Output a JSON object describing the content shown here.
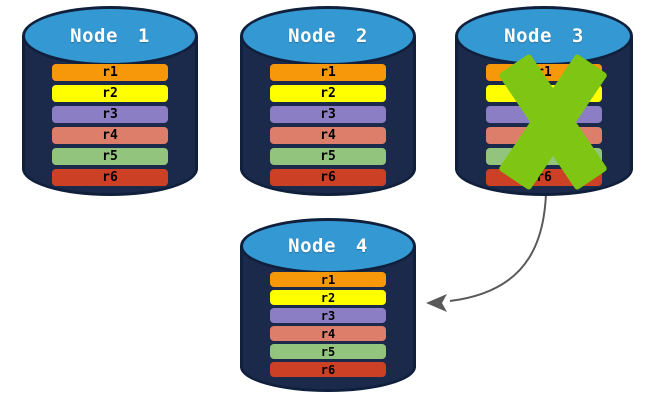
{
  "diagram": {
    "description": "Database replication diagram: four database node cylinders each holding rows r1-r6; Node 3 is crossed out with a green X and an arrow points from failed Node 3 to replacement Node 4",
    "nodes": [
      {
        "id": "node-1",
        "label": "Node 1",
        "failed": false,
        "rows": [
          {
            "label": "r1",
            "color": "#F7980B"
          },
          {
            "label": "r2",
            "color": "#FFFF00"
          },
          {
            "label": "r3",
            "color": "#8C7EC4"
          },
          {
            "label": "r4",
            "color": "#DD7E6B"
          },
          {
            "label": "r5",
            "color": "#93C47D"
          },
          {
            "label": "r6",
            "color": "#CC4125"
          }
        ]
      },
      {
        "id": "node-2",
        "label": "Node 2",
        "failed": false,
        "rows": [
          {
            "label": "r1",
            "color": "#F7980B"
          },
          {
            "label": "r2",
            "color": "#FFFF00"
          },
          {
            "label": "r3",
            "color": "#8C7EC4"
          },
          {
            "label": "r4",
            "color": "#DD7E6B"
          },
          {
            "label": "r5",
            "color": "#93C47D"
          },
          {
            "label": "r6",
            "color": "#CC4125"
          }
        ]
      },
      {
        "id": "node-3",
        "label": "Node 3",
        "failed": true,
        "rows": [
          {
            "label": "r1",
            "color": "#F7980B"
          },
          {
            "label": "r2",
            "color": "#FFFF00"
          },
          {
            "label": "r3",
            "color": "#8C7EC4"
          },
          {
            "label": "r4",
            "color": "#DD7E6B"
          },
          {
            "label": "r5",
            "color": "#93C47D"
          },
          {
            "label": "r6",
            "color": "#CC4125"
          }
        ]
      },
      {
        "id": "node-4",
        "label": "Node 4",
        "failed": false,
        "rows": [
          {
            "label": "r1",
            "color": "#F7980B"
          },
          {
            "label": "r2",
            "color": "#FFFF00"
          },
          {
            "label": "r3",
            "color": "#8C7EC4"
          },
          {
            "label": "r4",
            "color": "#DD7E6B"
          },
          {
            "label": "r5",
            "color": "#93C47D"
          },
          {
            "label": "r6",
            "color": "#CC4125"
          }
        ]
      }
    ],
    "arrow": {
      "from": "node-3",
      "to": "node-4"
    },
    "colors": {
      "cylinder_body": "#1B2A4A",
      "cylinder_outline": "#10203C",
      "cylinder_top": "#3498D2",
      "failure_x": "#7EC613",
      "arrow": "#595959",
      "row_text": "#000000",
      "node_text": "#FFFFFF",
      "background": "#FFFFFF"
    }
  }
}
